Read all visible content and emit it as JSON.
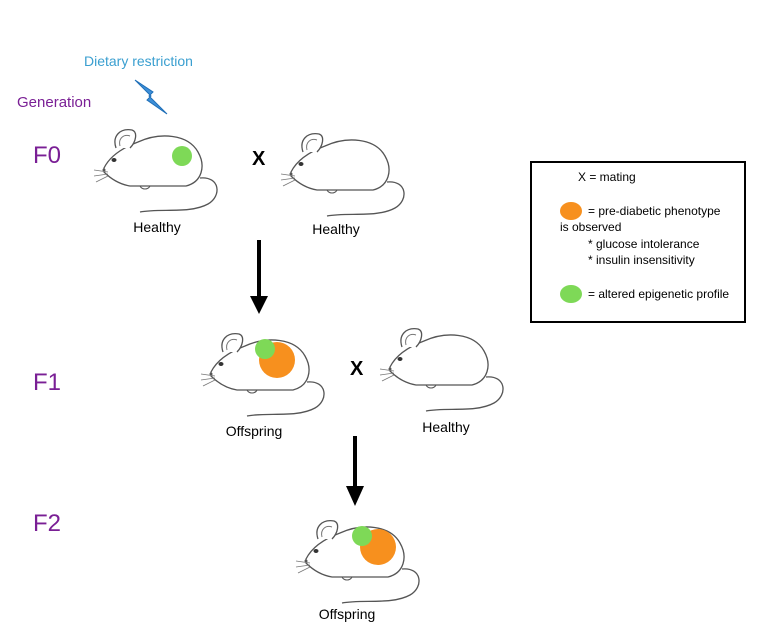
{
  "annotations": {
    "dietary_restriction": "Dietary restriction",
    "generation": "Generation"
  },
  "generations": {
    "f0": "F0",
    "f1": "F1",
    "f2": "F2"
  },
  "cross_symbol": "X",
  "mouse_labels": {
    "f0_left": "Healthy",
    "f0_right": "Healthy",
    "f1_left": "Offspring",
    "f1_right": "Healthy",
    "f2": "Offspring"
  },
  "legend": {
    "mating": "X = mating",
    "phenotype_line1": "= pre-diabetic phenotype",
    "phenotype_line2": "is observed",
    "phenotype_item1": "* glucose intolerance",
    "phenotype_item2": "* insulin insensitivity",
    "epigenetic": "= altered epigenetic profile"
  },
  "colors": {
    "generation_text": "#7a1f95",
    "dietary_text": "#3a9fd0",
    "prediabetic_marker": "#f7901e",
    "epigenetic_marker": "#7ed957",
    "lightning": "#3d8fd8"
  }
}
